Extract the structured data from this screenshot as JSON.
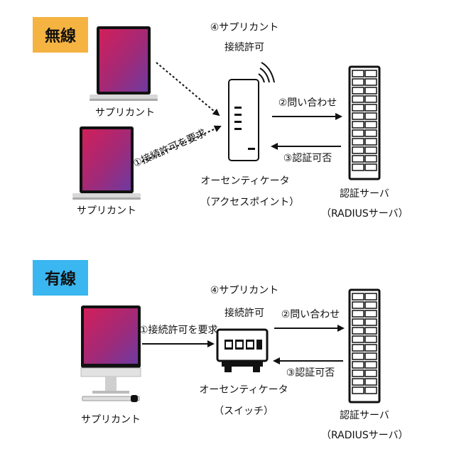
{
  "wireless": {
    "badge": "無線",
    "badge_color": "#f5b342",
    "supplicant_top": "サプリカント",
    "supplicant_bottom": "サプリカント",
    "request": "①接続許可を要求",
    "permit_line1": "④サプリカント",
    "permit_line2": "接続許可",
    "inquiry": "②問い合わせ",
    "result": "③認証可否",
    "authenticator_line1": "オーセンティケータ",
    "authenticator_line2": "（アクセスポイント）",
    "server_line1": "認証サーバ",
    "server_line2": "（RADIUSサーバ）"
  },
  "wired": {
    "badge": "有線",
    "badge_color": "#3ab6f0",
    "supplicant": "サプリカント",
    "request": "①接続許可を要求",
    "permit_line1": "④サプリカント",
    "permit_line2": "接続許可",
    "inquiry": "②問い合わせ",
    "result": "③認証可否",
    "authenticator_line1": "オーセンティケータ",
    "authenticator_line2": "（スイッチ）",
    "server_line1": "認証サーバ",
    "server_line2": "（RADIUSサーバ）"
  }
}
